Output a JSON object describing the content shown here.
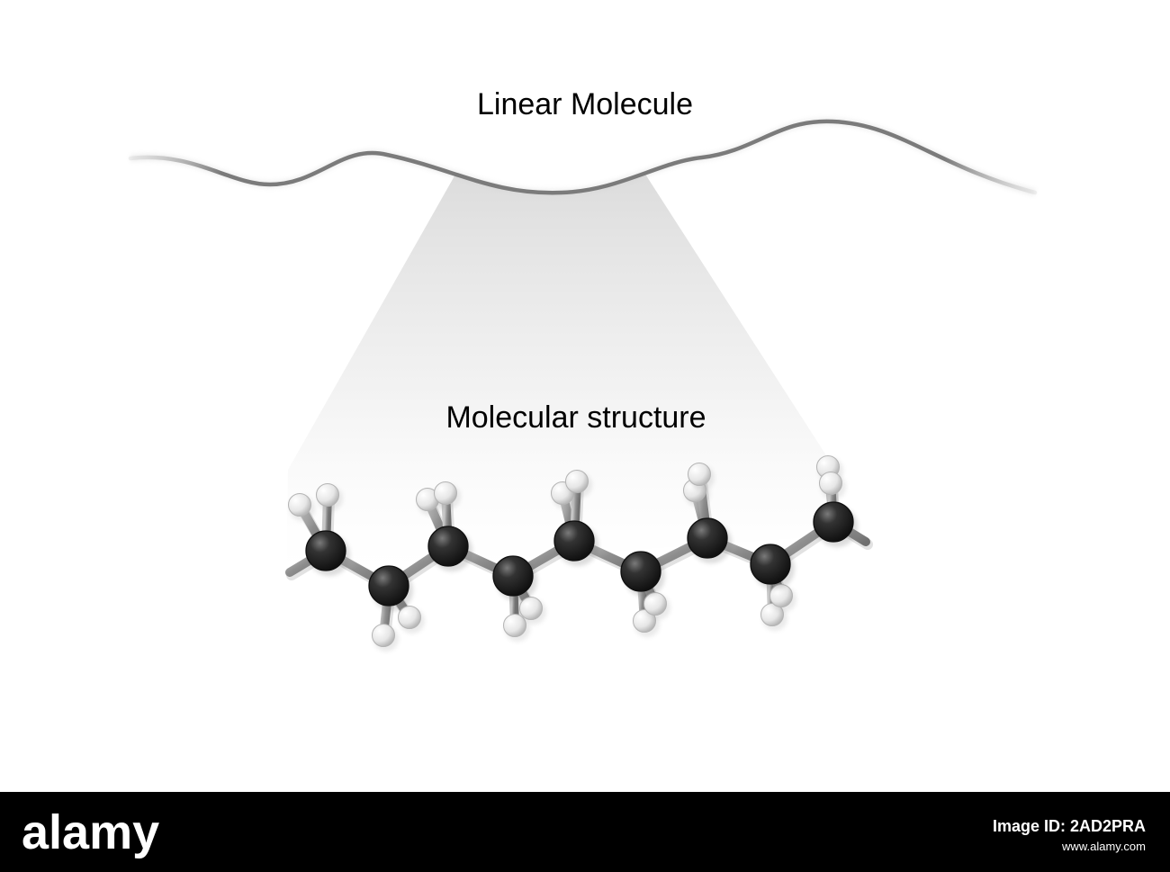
{
  "labels": {
    "top": "Linear Molecule",
    "bottom": "Molecular structure"
  },
  "watermark": {
    "brand": "alamy",
    "image_id": "Image ID: 2AD2PRA",
    "url": "www.alamy.com"
  },
  "colors": {
    "background": "#ffffff",
    "curve": "#7a7a7a",
    "cone": "#ececec",
    "bond": "#8c8c8c",
    "carbon": "#262626",
    "hydrogen": "#e9e9e9",
    "footer": "#000000"
  }
}
